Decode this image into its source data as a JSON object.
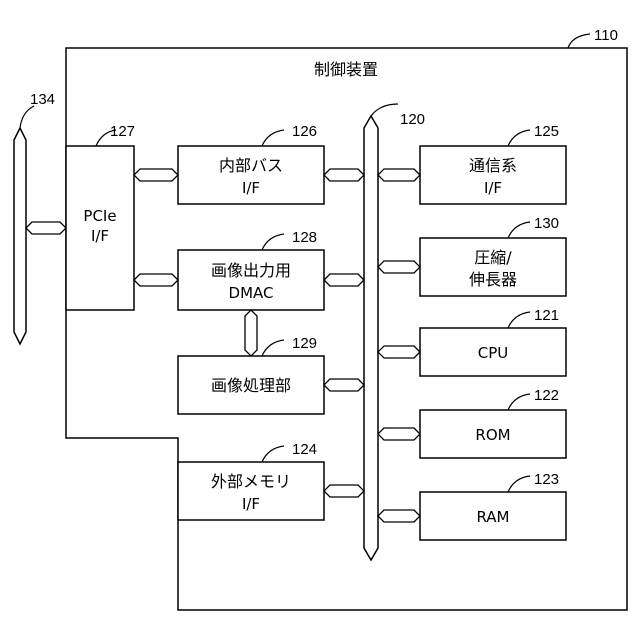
{
  "controller": {
    "title": "制御装置",
    "ref": "110"
  },
  "external_bus": {
    "ref": "134"
  },
  "bus": {
    "ref": "120"
  },
  "pcie": {
    "line1": "PCIe",
    "line2": "I/F",
    "ref": "127"
  },
  "internal_bus_if": {
    "line1": "内部バス",
    "line2": "I/F",
    "ref": "126"
  },
  "image_output_dmac": {
    "line1": "画像出力用",
    "line2": "DMAC",
    "ref": "128"
  },
  "image_processing": {
    "line1": "画像処理部",
    "ref": "129"
  },
  "external_memory_if": {
    "line1": "外部メモリ",
    "line2": "I/F",
    "ref": "124"
  },
  "communication": {
    "line1": "通信系",
    "line2": "I/F",
    "ref": "125"
  },
  "compression": {
    "line1": "圧縮/",
    "line2": "伸長器",
    "ref": "130"
  },
  "cpu": {
    "line1": "CPU",
    "ref": "121"
  },
  "rom": {
    "line1": "ROM",
    "ref": "122"
  },
  "ram": {
    "line1": "RAM",
    "ref": "123"
  }
}
